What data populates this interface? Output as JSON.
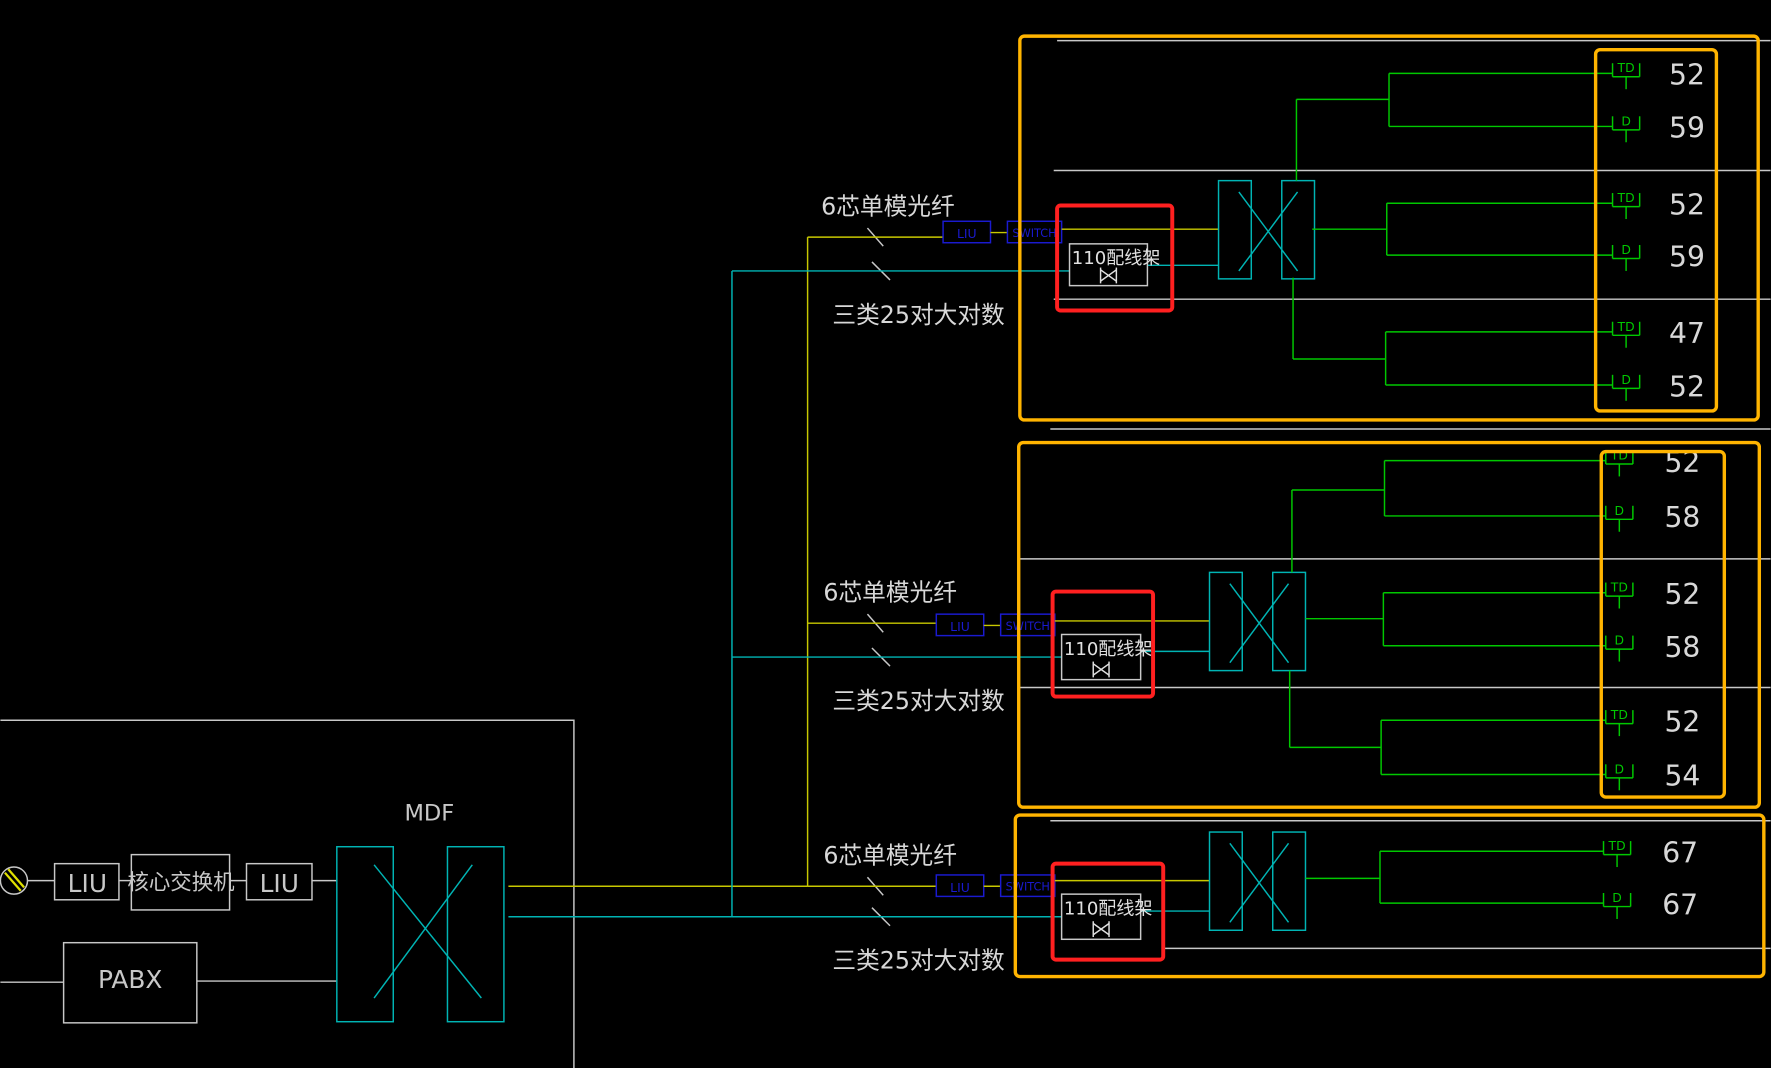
{
  "colors": {
    "background": "#000000",
    "fiber": "#c8c800",
    "copper": "#00b4b4",
    "horizontal": "#00c800",
    "highlight_floor": "#ffb400",
    "highlight_rack": "#ff2020",
    "device": "#1a1ad0",
    "line": "#c8c8c8"
  },
  "mdf": {
    "label": "MDF",
    "liu_left": "LIU",
    "core_switch": "核心交换机",
    "liu_right": "LIU",
    "pabx": "PABX",
    "incoming_icon": "fiber-entry-icon"
  },
  "floors": [
    {
      "fiber_label": "6芯单模光纤",
      "backbone_label": "三类25对大对数",
      "liu": "LIU",
      "switch": "SWITCH",
      "patch_panel": "110配线架",
      "outlets": [
        {
          "type": "TD",
          "count": "52"
        },
        {
          "type": "D",
          "count": "59"
        },
        {
          "type": "TD",
          "count": "52"
        },
        {
          "type": "D",
          "count": "59"
        },
        {
          "type": "TD",
          "count": "47"
        },
        {
          "type": "D",
          "count": "52"
        }
      ]
    },
    {
      "fiber_label": "6芯单模光纤",
      "backbone_label": "三类25对大对数",
      "liu": "LIU",
      "switch": "SWITCH",
      "patch_panel": "110配线架",
      "outlets": [
        {
          "type": "TD",
          "count": "52"
        },
        {
          "type": "D",
          "count": "58"
        },
        {
          "type": "TD",
          "count": "52"
        },
        {
          "type": "D",
          "count": "58"
        },
        {
          "type": "TD",
          "count": "52"
        },
        {
          "type": "D",
          "count": "54"
        }
      ]
    },
    {
      "fiber_label": "6芯单模光纤",
      "backbone_label": "三类25对大对数",
      "liu": "LIU",
      "switch": "SWITCH",
      "patch_panel": "110配线架",
      "outlets": [
        {
          "type": "TD",
          "count": "67"
        },
        {
          "type": "D",
          "count": "67"
        }
      ]
    }
  ]
}
